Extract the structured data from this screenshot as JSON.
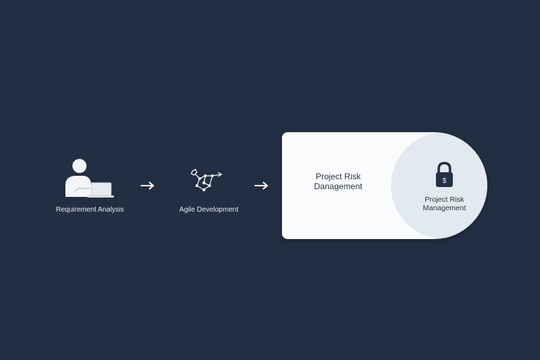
{
  "steps": [
    {
      "icon": "person-laptop-icon",
      "label": "Requirement Analysis"
    },
    {
      "icon": "network-nodes-icon",
      "label": "Agile Development"
    }
  ],
  "card": {
    "title_line1": "Project Risk",
    "title_line2": "Danagement",
    "circle_icon": "lock-icon",
    "circle_label_line1": "Project Risk",
    "circle_label_line2": "Management"
  },
  "colors": {
    "background": "#222f43",
    "card": "#fafbfc",
    "circle": "#e2e9f1",
    "text_light": "#e6ebf2",
    "text_dark": "#2a3445"
  }
}
